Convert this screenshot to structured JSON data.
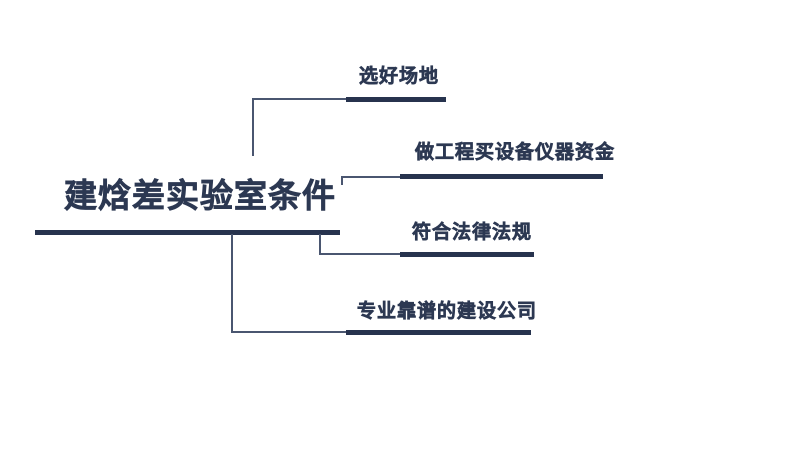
{
  "mindmap": {
    "type": "mindmap",
    "title": "建焓差实验室条件",
    "root": {
      "label": "建焓差实验室条件"
    },
    "branches": [
      {
        "label": "选好场地"
      },
      {
        "label": "做工程买设备仪器资金"
      },
      {
        "label": "符合法律法规"
      },
      {
        "label": "专业靠谱的建设公司"
      }
    ],
    "colors": {
      "topic_text": "#2c3852",
      "underline_bar": "#27334e",
      "connector_line": "#4a5670",
      "background": "#ffffff"
    }
  }
}
